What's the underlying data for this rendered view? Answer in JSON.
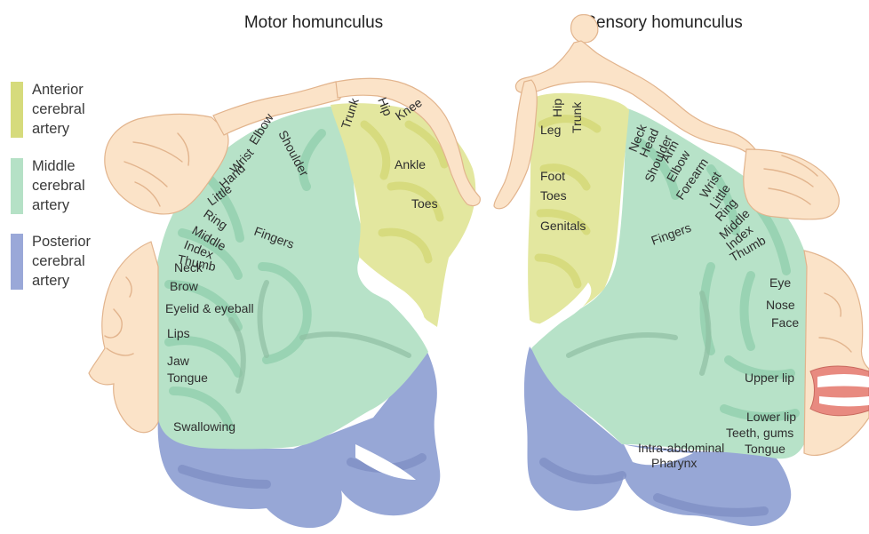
{
  "titles": {
    "motor": "Motor homunculus",
    "sensory": "Sensory homunculus"
  },
  "legend": [
    {
      "lines": [
        "Anterior",
        "cerebral",
        "artery"
      ],
      "color": "#d6db7c"
    },
    {
      "lines": [
        "Middle",
        "cerebral",
        "artery"
      ],
      "color": "#b5e1c6"
    },
    {
      "lines": [
        "Posterior",
        "cerebral",
        "artery"
      ],
      "color": "#9aa8d8"
    }
  ],
  "motor_labels": {
    "trunk": "Trunk",
    "hip": "Hip",
    "knee": "Knee",
    "ankle": "Ankle",
    "toes": "Toes",
    "shoulder": "Shoulder",
    "elbow": "Elbow",
    "wrist": "Wrist",
    "hand": "Hand",
    "little": "Little",
    "ring": "Ring",
    "middle": "Middle",
    "index": "Index",
    "thumb": "Thumb",
    "neck": "Neck",
    "brow": "Brow",
    "eyelid": "Eyelid & eyeball",
    "fingers": "Fingers",
    "lips": "Lips",
    "jaw": "Jaw",
    "tongue": "Tongue",
    "swallowing": "Swallowing"
  },
  "sensory_labels": {
    "hip": "Hip",
    "trunk": "Trunk",
    "leg": "Leg",
    "foot": "Foot",
    "toes": "Toes",
    "genitals": "Genitals",
    "neck": "Neck",
    "head": "Head",
    "shoulder": "Shoulder",
    "arm": "Arm",
    "elbow": "Elbow",
    "forearm": "Forearm",
    "wrist": "Wrist",
    "little": "Little",
    "ring": "Ring",
    "middle": "Middle",
    "index": "Index",
    "thumb": "Thumb",
    "fingers": "Fingers",
    "eye": "Eye",
    "nose": "Nose",
    "face": "Face",
    "upper_lip": "Upper lip",
    "lower_lip": "Lower lip",
    "teeth_gums": "Teeth, gums",
    "tongue": "Tongue",
    "intra_abdominal": "Intra-abdominal",
    "pharynx": "Pharynx"
  }
}
